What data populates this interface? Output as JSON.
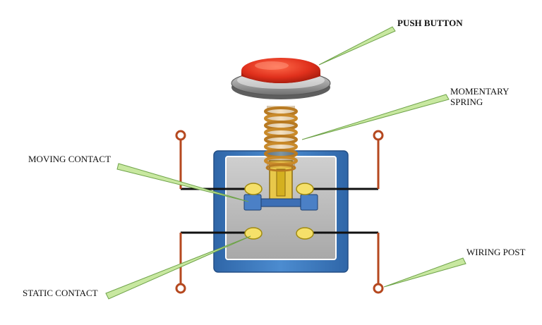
{
  "labels": {
    "push_button": "PUSH BUTTON",
    "momentary_spring": "MOMENTARY SPRING",
    "moving_contact": "MOVING CONTACT",
    "wiring_post": "WIRING POST",
    "static_contact": "STATIC CONTACT"
  },
  "colors": {
    "button_red": "#e0301c",
    "button_ring": "#9a9a9a",
    "spring": "#c98a2a",
    "stem": "#e8c84a",
    "housing_blue": "#3f7dc0",
    "housing_inner": "#b8b8b8",
    "contact": "#f5e06a",
    "wire": "#111111",
    "post": "#b5481f",
    "leader_fill": "#c8e8a0",
    "leader_stroke": "#6fa34a"
  }
}
